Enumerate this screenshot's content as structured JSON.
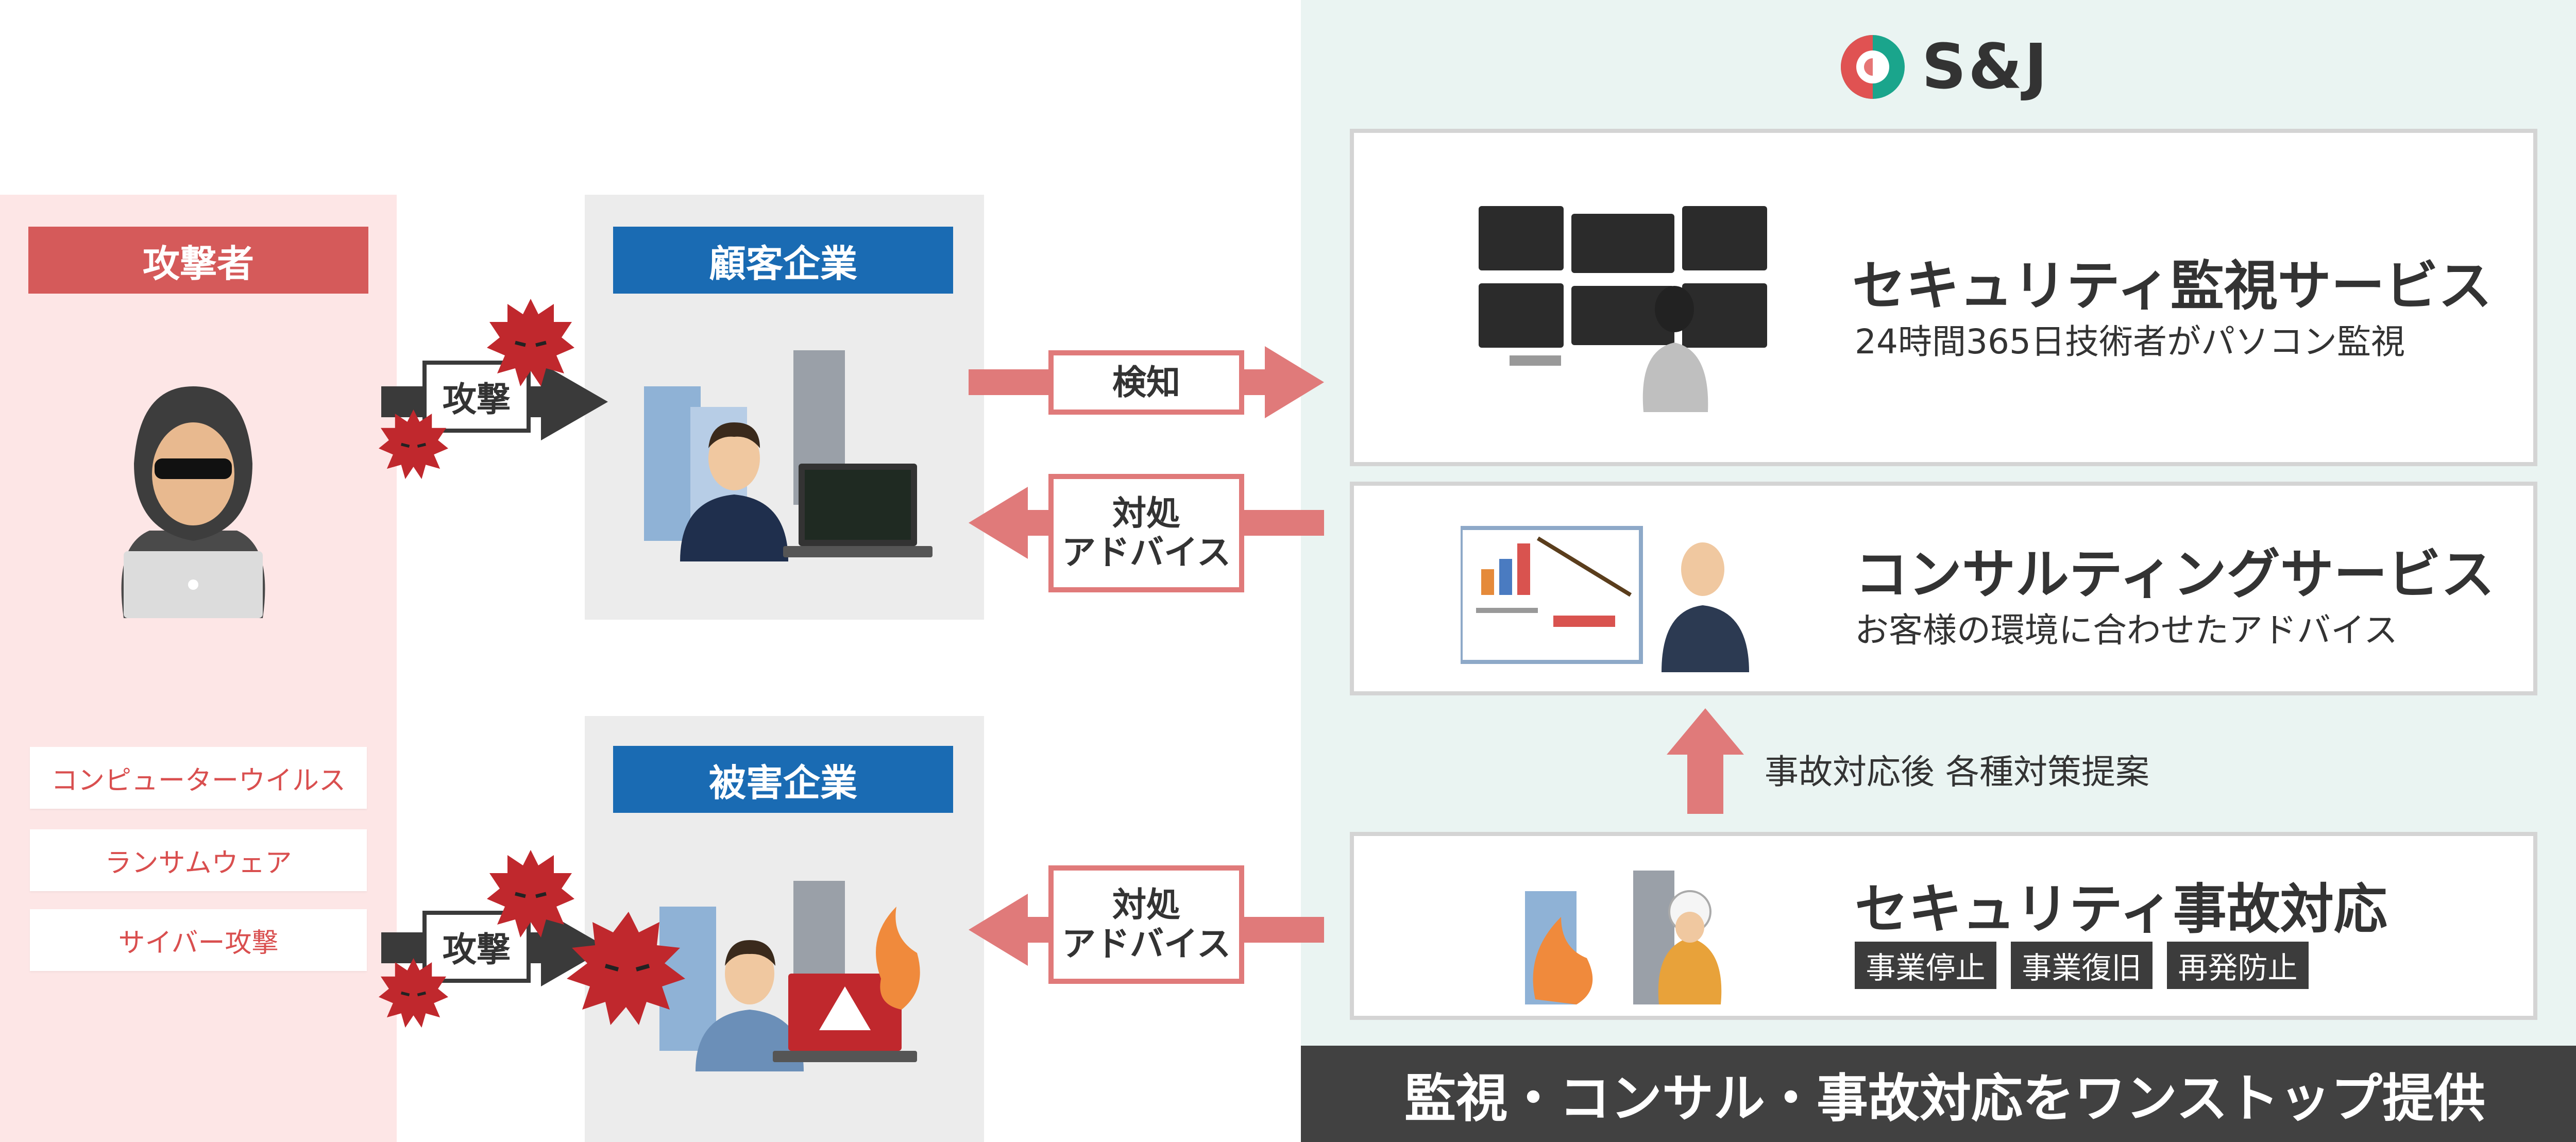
{
  "logo": {
    "text": "S&J"
  },
  "attacker": {
    "title": "攻撃者",
    "threats": [
      "コンピューターウイルス",
      "ランサムウェア",
      "サイバー攻撃"
    ]
  },
  "customer": {
    "title": "顧客企業"
  },
  "victim": {
    "title": "被害企業"
  },
  "arrows": {
    "attack": "攻撃",
    "detect": "検知",
    "advice_line1": "対処",
    "advice_line2": "アドバイス",
    "after_incident": "事故対応後 各種対策提案"
  },
  "services": {
    "monitoring": {
      "title": "セキュリティ監視サービス",
      "sub": "24時間365日技術者がパソコン監視"
    },
    "consulting": {
      "title": "コンサルティングサービス",
      "sub": "お客様の環境に合わせたアドバイス"
    },
    "incident": {
      "title": "セキュリティ事故対応",
      "tags": [
        "事業停止",
        "事業復旧",
        "再発防止"
      ]
    }
  },
  "footer": "監視・コンサル・事故対応をワンストップ提供",
  "colors": {
    "red": "#d55a5a",
    "blue": "#1a6bb3",
    "arrow": "#e07a7a",
    "dark": "#414141"
  }
}
